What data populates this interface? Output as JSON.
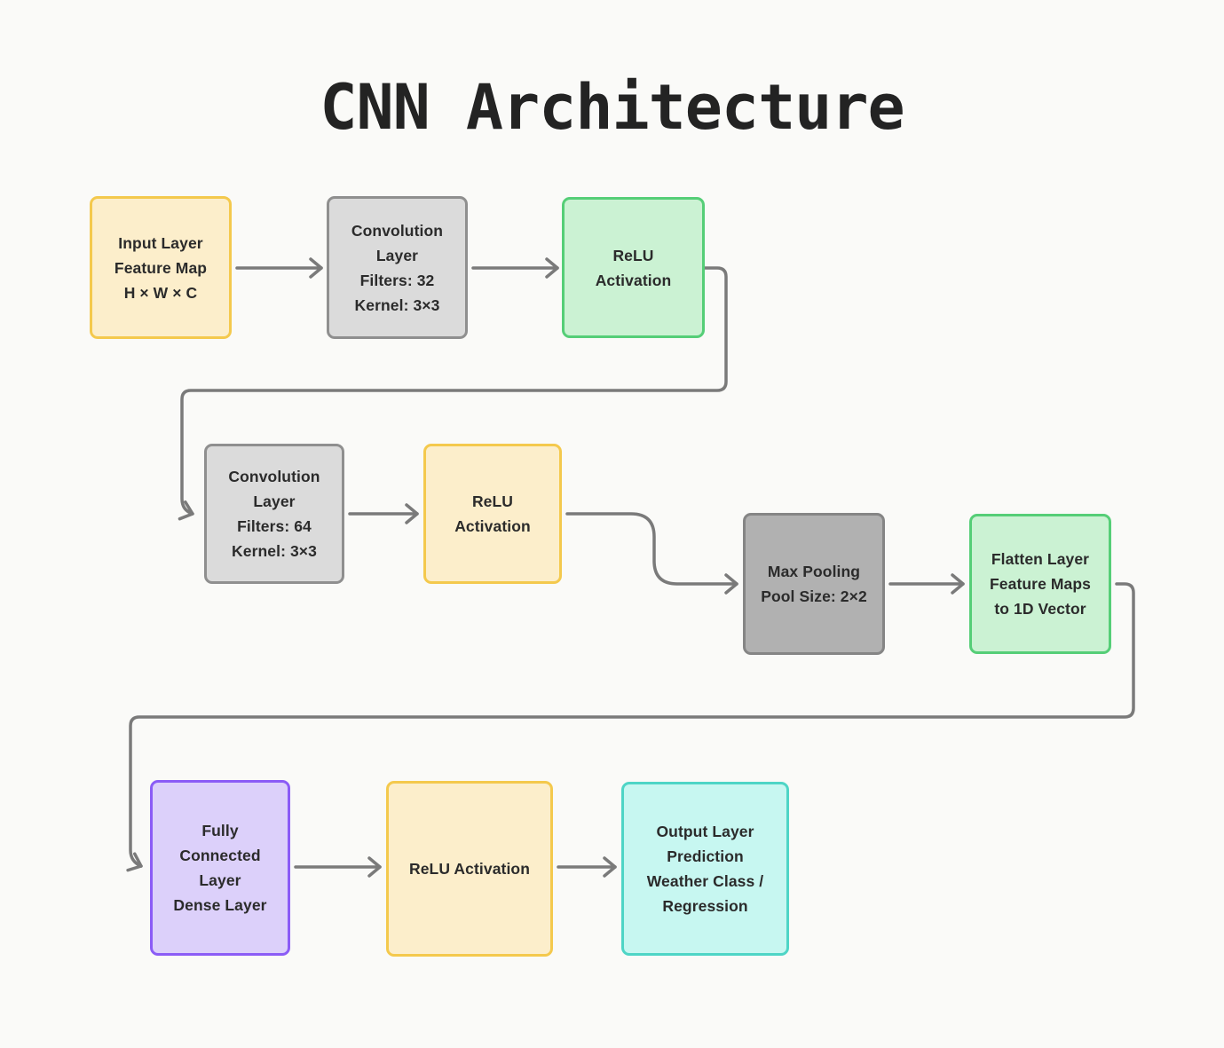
{
  "title": "CNN Architecture",
  "colors": {
    "background": "#fafaf8",
    "title_text": "#232323",
    "node_text": "#2b2b2b",
    "connector": "#7a7a7a",
    "yellow_fill": "#fceecb",
    "yellow_border": "#f4c94d",
    "gray_fill": "#dbdbdb",
    "gray_border": "#8f8f8f",
    "green_fill": "#cbf2d3",
    "green_border": "#55ce77",
    "darkgray_fill": "#b1b1b1",
    "darkgray_border": "#858585",
    "purple_fill": "#dcd0fa",
    "purple_border": "#8b5cf6",
    "cyan_fill": "#c7f7f1",
    "cyan_border": "#4ed5c6"
  },
  "nodes": [
    {
      "id": "input",
      "color": "yellow",
      "lines": [
        "Input Layer",
        "Feature Map",
        "H × W × C"
      ]
    },
    {
      "id": "conv32",
      "color": "gray",
      "lines": [
        "Convolution",
        "Layer",
        "Filters: 32",
        "Kernel: 3×3"
      ]
    },
    {
      "id": "relu1",
      "color": "green",
      "lines": [
        "ReLU",
        "Activation"
      ]
    },
    {
      "id": "conv64",
      "color": "gray",
      "lines": [
        "Convolution",
        "Layer",
        "Filters: 64",
        "Kernel: 3×3"
      ]
    },
    {
      "id": "relu2",
      "color": "yellow",
      "lines": [
        "ReLU",
        "Activation"
      ]
    },
    {
      "id": "maxpool",
      "color": "darkgray",
      "lines": [
        "Max Pooling",
        "Pool Size: 2×2"
      ]
    },
    {
      "id": "flatten",
      "color": "green",
      "lines": [
        "Flatten Layer",
        "Feature Maps",
        "to 1D Vector"
      ]
    },
    {
      "id": "fc",
      "color": "purple",
      "lines": [
        "Fully",
        "Connected",
        "Layer",
        "Dense Layer"
      ]
    },
    {
      "id": "relu3",
      "color": "yellow",
      "lines": [
        "ReLU Activation"
      ]
    },
    {
      "id": "output",
      "color": "cyan",
      "lines": [
        "Output Layer",
        "Prediction",
        "Weather Class /",
        "Regression"
      ]
    }
  ],
  "edges": [
    {
      "from": "input",
      "to": "conv32"
    },
    {
      "from": "conv32",
      "to": "relu1"
    },
    {
      "from": "relu1",
      "to": "conv64"
    },
    {
      "from": "conv64",
      "to": "relu2"
    },
    {
      "from": "relu2",
      "to": "maxpool"
    },
    {
      "from": "maxpool",
      "to": "flatten"
    },
    {
      "from": "flatten",
      "to": "fc"
    },
    {
      "from": "fc",
      "to": "relu3"
    },
    {
      "from": "relu3",
      "to": "output"
    }
  ]
}
